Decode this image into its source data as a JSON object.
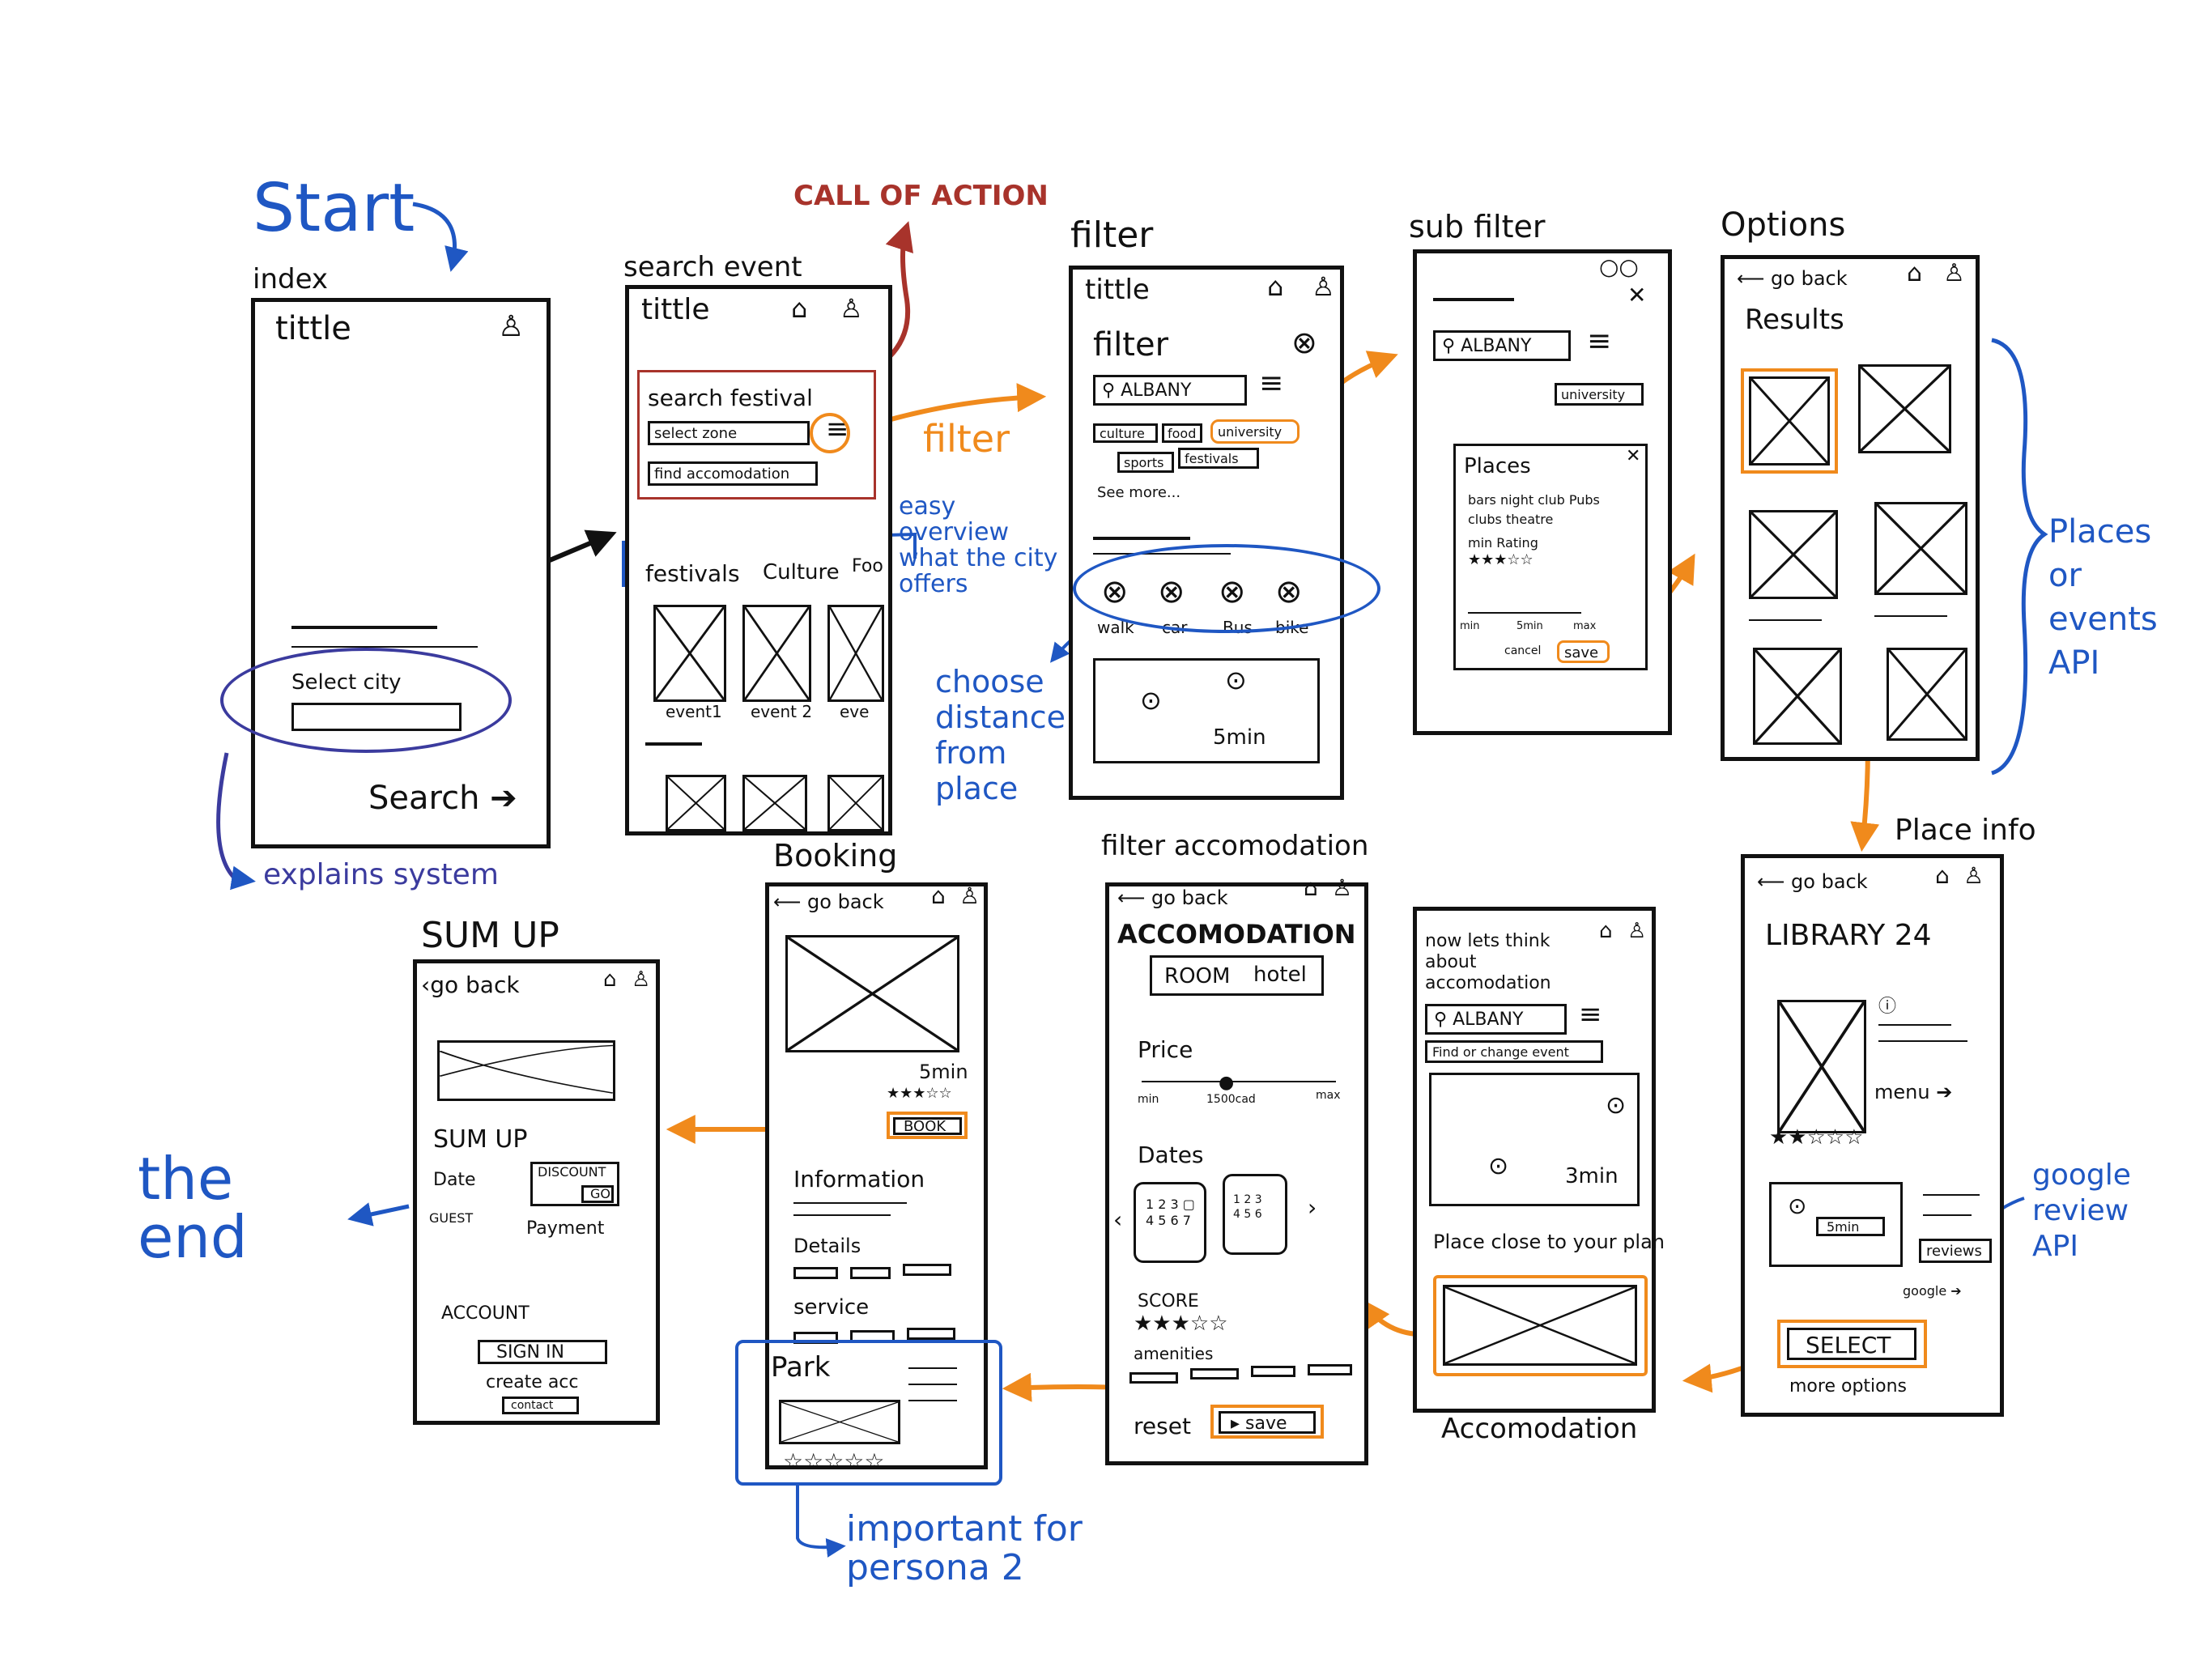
{
  "annotations": {
    "start": "Start",
    "call_of_action": "CALL OF ACTION",
    "filter_arrow": "filter",
    "easy_overview": "easy overview what the city offers",
    "choose_distance": "choose distance from place",
    "places_or_events": "Places or events API",
    "explains_system": "explains system",
    "the_end": "the end",
    "important_persona": "important for persona 2",
    "google_review_api": "google review API"
  },
  "screens": {
    "index": {
      "label": "index",
      "title": "tittle",
      "input_label": "Select city",
      "search": "Search"
    },
    "search_event": {
      "label": "search event",
      "title": "tittle",
      "heading": "search festival",
      "zone_placeholder": "select zone",
      "find_accomodation": "find accomodation",
      "categories": [
        "festivals",
        "Culture",
        "Foo"
      ],
      "events": [
        "event1",
        "event 2",
        "eve"
      ]
    },
    "filter": {
      "label": "filter",
      "title": "tittle",
      "heading": "filter",
      "search_value": "ALBANY",
      "tags": [
        "culture",
        "food",
        "university",
        "sports",
        "festivals"
      ],
      "see_more": "See more...",
      "transport": [
        "walk",
        "car",
        "Bus",
        "bike"
      ],
      "map_time": "5min"
    },
    "sub_filter": {
      "label": "sub filter",
      "search_value": "ALBANY",
      "university_tag": "university",
      "panel_title": "Places",
      "panel_text": "bars night club Pubs clubs theatre",
      "min_rating": "min Rating",
      "slider_min": "min",
      "slider_mid": "5min",
      "slider_max": "max",
      "cancel": "cancel",
      "save": "save"
    },
    "options": {
      "label": "Options",
      "go_back": "go back",
      "heading": "Results"
    },
    "place_info": {
      "label": "Place info",
      "go_back": "go back",
      "heading": "LIBRARY 24",
      "menu": "menu",
      "map_time": "5min",
      "reviews": "reviews",
      "google": "google",
      "select": "SELECT",
      "more_options": "more options"
    },
    "accomodation": {
      "label": "Accomodation",
      "heading": "now lets think about accomodation",
      "search_value": "ALBANY",
      "change_event": "Find or change event",
      "map_time": "3min",
      "place_close": "Place close to your plan"
    },
    "filter_accomodation": {
      "label": "filter accomodation",
      "go_back": "go back",
      "heading": "ACCOMODATION",
      "toggle": [
        "ROOM",
        "hotel"
      ],
      "price": "Price",
      "price_min": "min",
      "price_mid": "1500cad",
      "price_max": "max",
      "dates": "Dates",
      "score": "SCORE",
      "amenities": "amenities",
      "reset": "reset",
      "save": "save"
    },
    "booking": {
      "label": "Booking",
      "go_back": "go back",
      "time": "5min",
      "book": "BOOK",
      "information": "Information",
      "details": "Details",
      "service": "service",
      "park": "Park"
    },
    "sum_up": {
      "label": "SUM UP",
      "go_back": "go back",
      "heading": "SUM UP",
      "date": "Date",
      "discount": "DISCOUNT",
      "go": "GO",
      "guest": "GUEST",
      "payment": "Payment",
      "account": "ACCOUNT",
      "sign_in": "SIGN IN",
      "create_acc": "create acc",
      "contact": "contact"
    }
  },
  "colors": {
    "blue": "#1f57c3",
    "purple": "#3b3b9e",
    "red": "#a8332b",
    "orange": "#f08a1c",
    "ink": "#111111"
  }
}
